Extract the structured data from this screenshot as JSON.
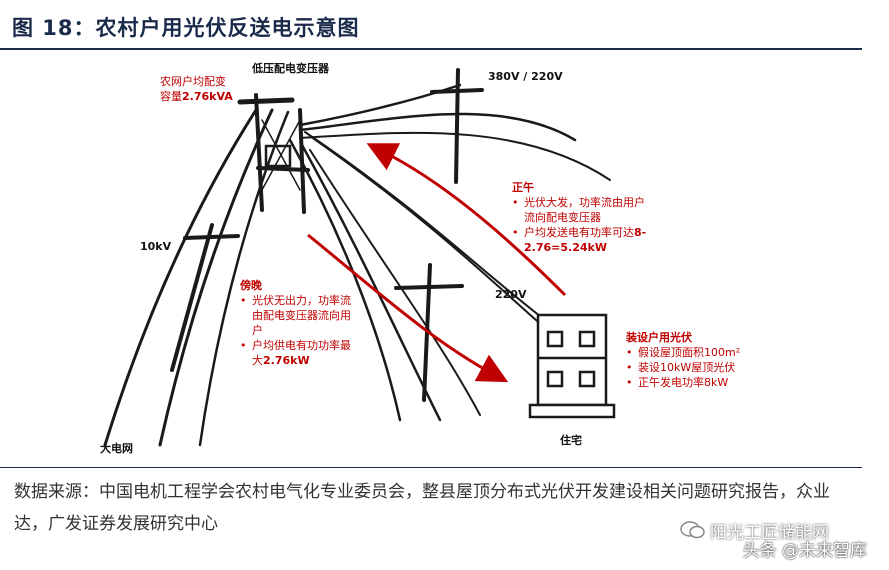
{
  "title": "图 18：农村户用光伏反送电示意图",
  "labels": {
    "transformer": "低压配电变压器",
    "voltage_top": "380V / 220V",
    "voltage_mid": "220V",
    "hv": "10kV",
    "grid": "大电网",
    "house": "住宅"
  },
  "capacity": {
    "line1": "农网户均配变",
    "line2_prefix": "容量",
    "line2_value": "2.76kVA"
  },
  "noon": {
    "head": "正午",
    "b1": "光伏大发，功率流由用户流向配电变压器",
    "b2_prefix": "户均发送电有功率可达",
    "b2_value": "8-2.76=5.24kW"
  },
  "evening": {
    "head": "傍晚",
    "b1": "光伏无出力，功率流由配电变压器流向用户",
    "b2_prefix": "户均供电有功功率最大",
    "b2_value": "2.76kW"
  },
  "install": {
    "head": "装设户用光伏",
    "b1": "假设屋顶面积100m²",
    "b2": "装设10kW屋顶光伏",
    "b3": "正午发电功率8kW"
  },
  "source": "数据来源：中国电机工程学会农村电气化专业委员会，整县屋顶分布式光伏开发建设相关问题研究报告，众业达，广发证券发展研究中心",
  "watermark": "头条 @未来智库",
  "watermark2": "阳光工匠储能网"
}
